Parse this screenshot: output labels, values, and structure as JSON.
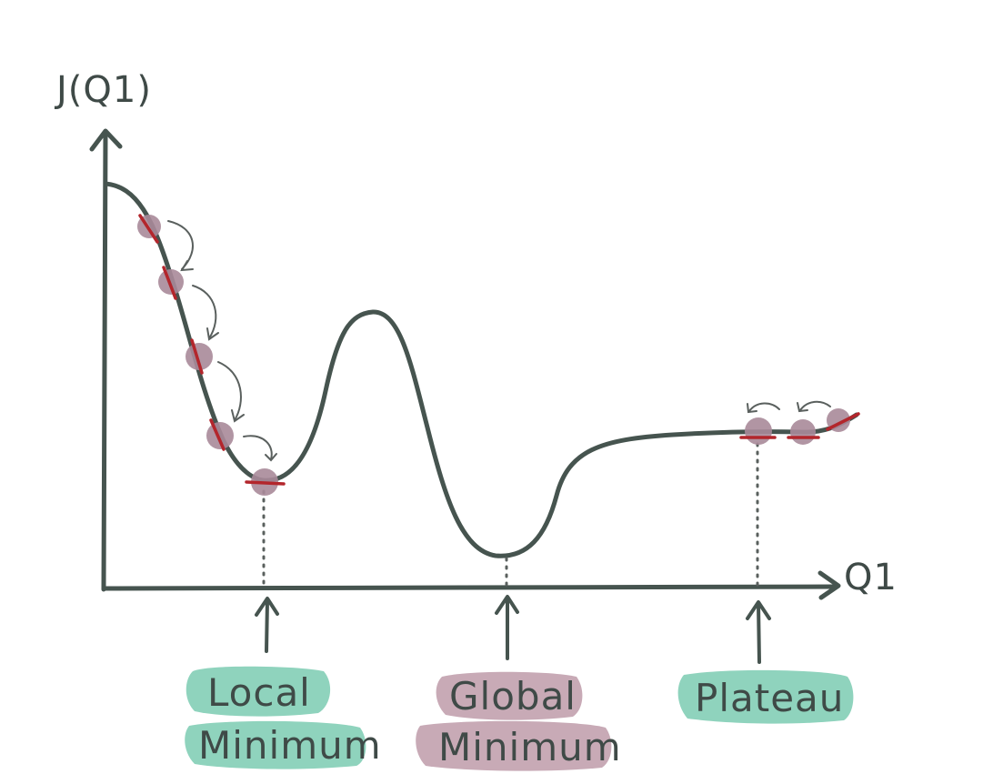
{
  "axes": {
    "y_label": "J(Q1)",
    "x_label": "Q1"
  },
  "annotations": {
    "local": {
      "line1": "Local",
      "line2": "Minimum",
      "highlight_color": "#8fd3bd"
    },
    "global": {
      "line1": "Global",
      "line2": "Minimum",
      "highlight_color": "#c8aab6"
    },
    "plateau": {
      "line1": "Plateau",
      "highlight_color": "#8fd3bd"
    }
  },
  "colors": {
    "curve": "#46544f",
    "ball": "#a98a99",
    "tangent": "#b3262c",
    "arrow": "#5a605e"
  }
}
